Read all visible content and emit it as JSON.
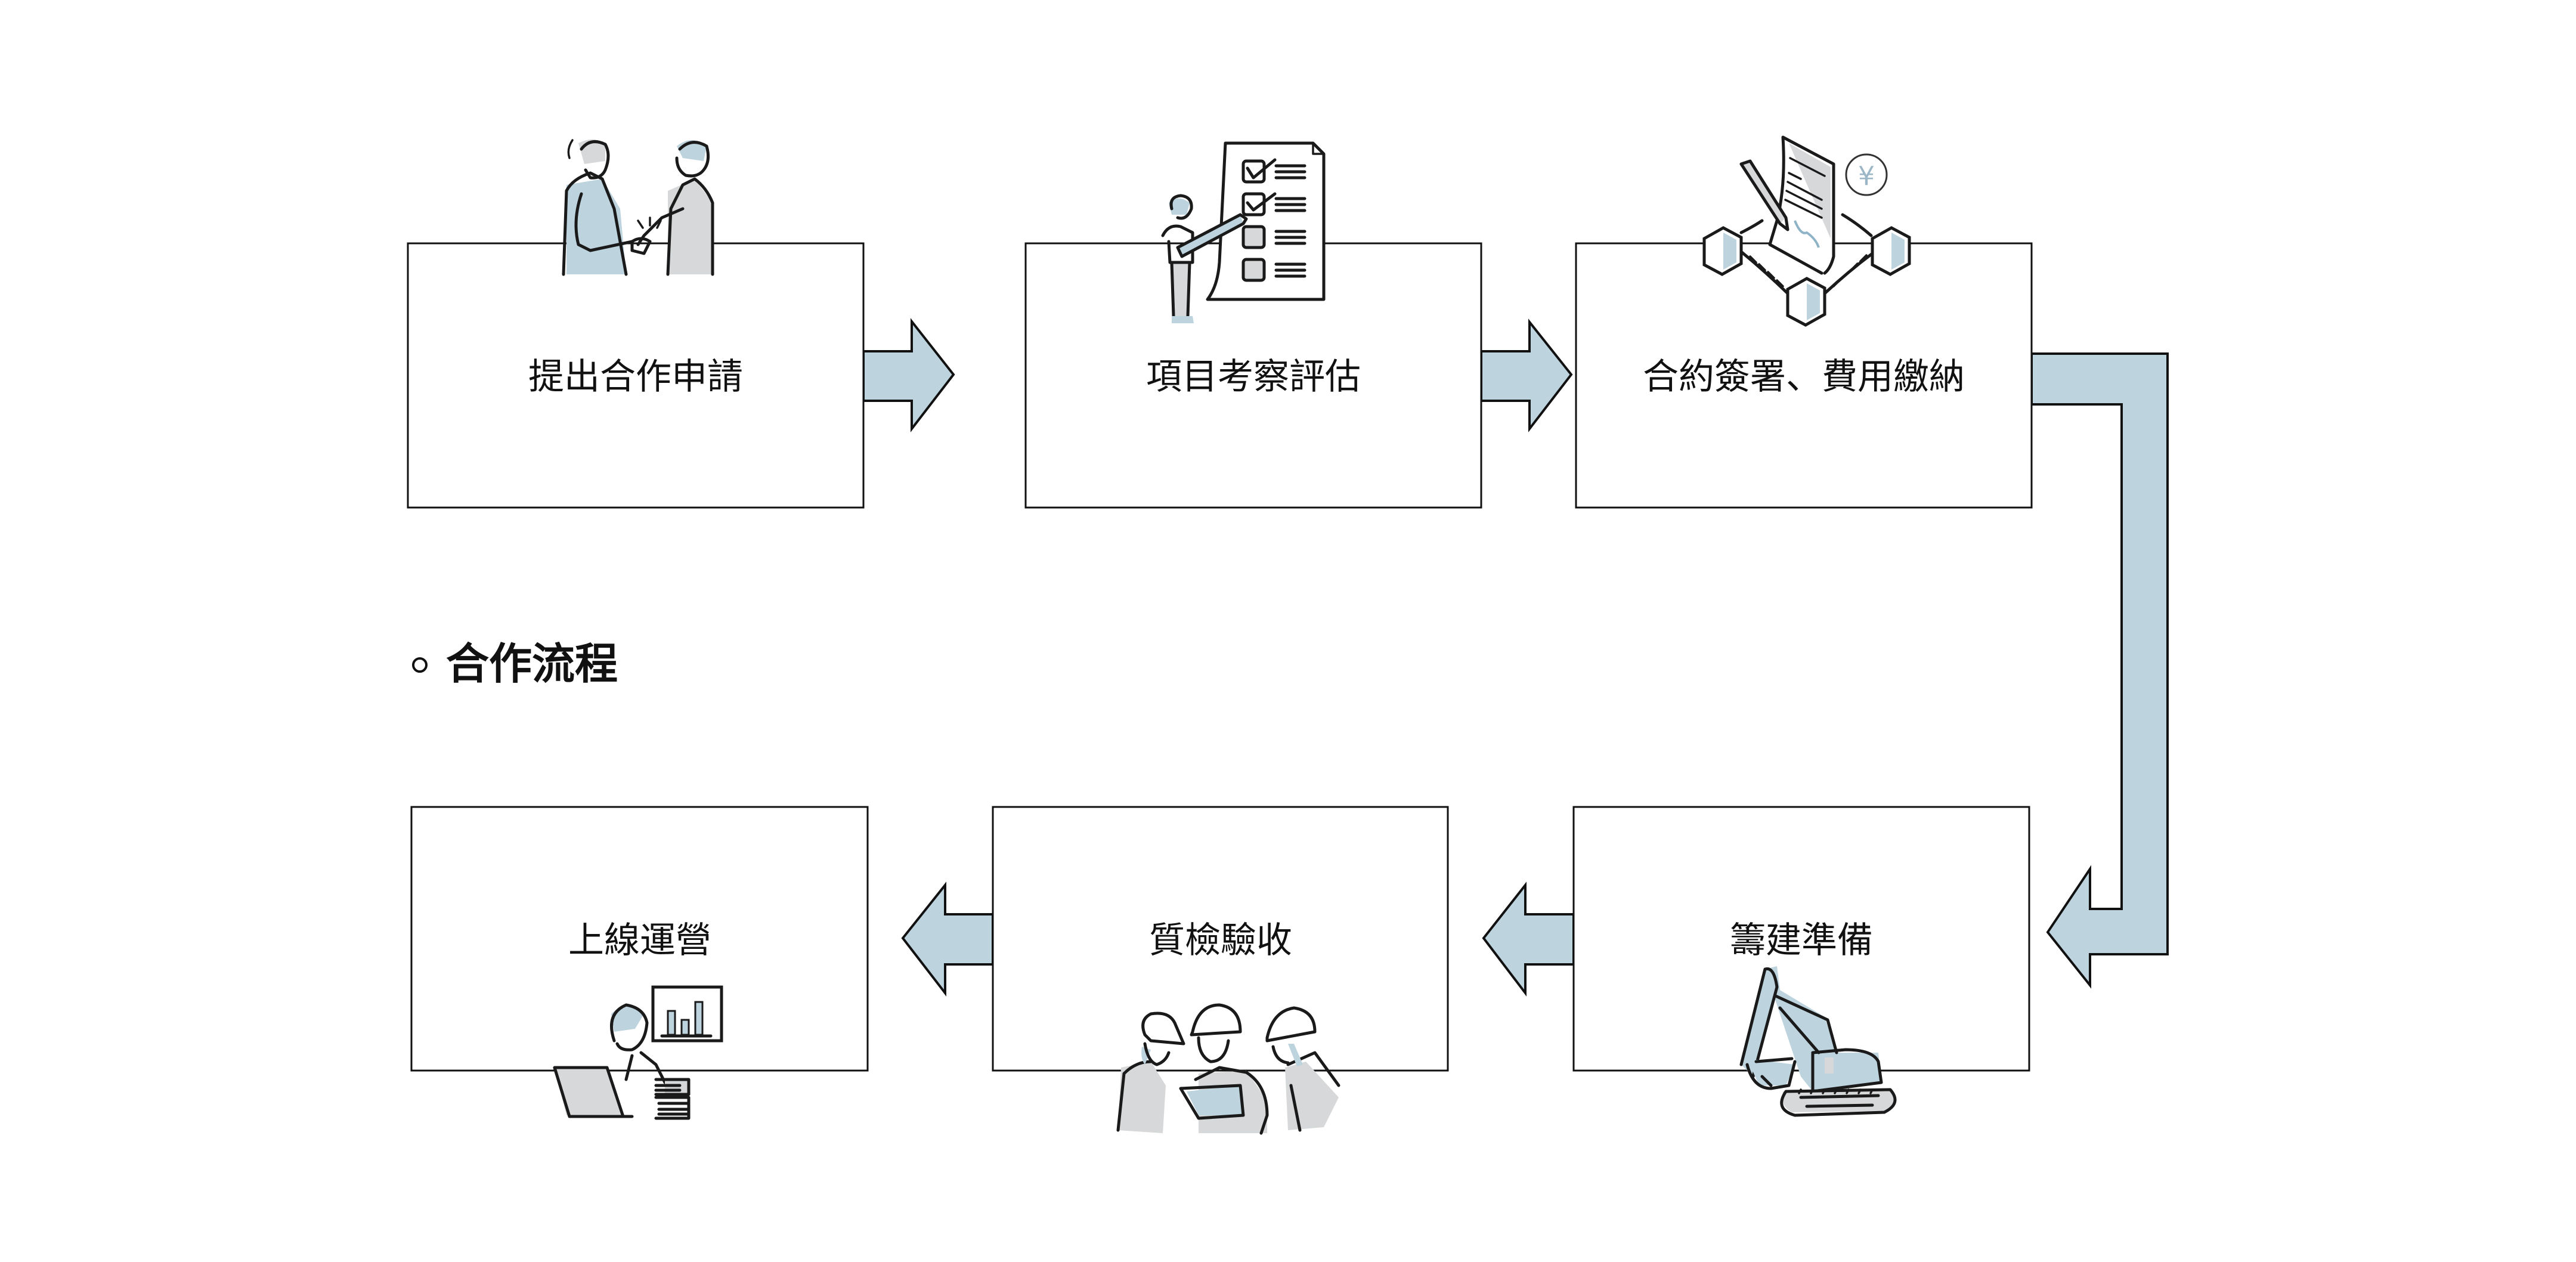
{
  "heading": {
    "bullet": "◦",
    "title": "合作流程"
  },
  "steps": [
    {
      "order": 1,
      "label": "提出合作申請",
      "icon": "handshake-icon"
    },
    {
      "order": 2,
      "label": "項目考察評估",
      "icon": "checklist-icon"
    },
    {
      "order": 3,
      "label": "合約簽署、費用繳納",
      "icon": "contract-blockchain-icon"
    },
    {
      "order": 4,
      "label": "籌建準備",
      "icon": "excavator-icon"
    },
    {
      "order": 5,
      "label": "質檢驗收",
      "icon": "construction-workers-icon"
    },
    {
      "order": 6,
      "label": "上線運營",
      "icon": "laptop-analytics-icon"
    }
  ],
  "currency_symbol": "¥",
  "colors": {
    "arrow_fill": "#BDD3DE",
    "outline": "#111111",
    "accent_grey": "#D6D8D9",
    "background": "#FFFFFF"
  }
}
